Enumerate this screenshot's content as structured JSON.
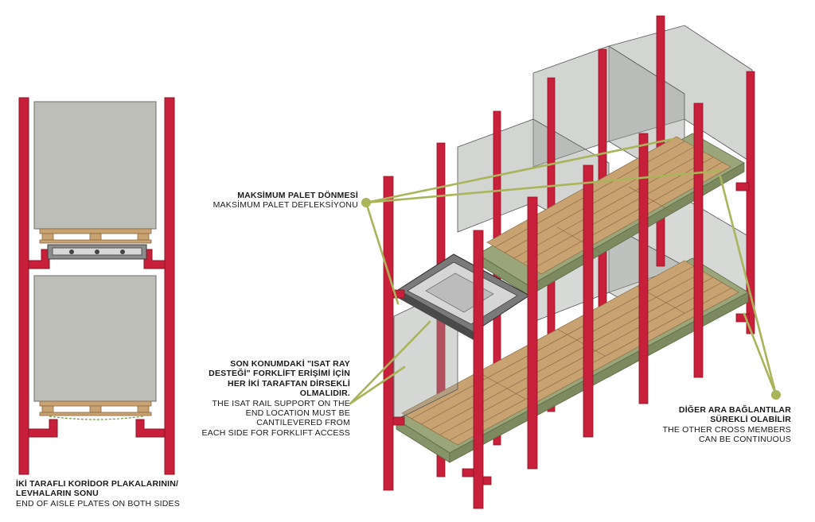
{
  "labels": {
    "aisle_end": {
      "tr": "İKİ TARAFLI KORİDOR PLAKALARININ/\nLEVHALARIN SONU",
      "en": "END OF AISLE PLATES ON BOTH SIDES"
    },
    "max_deflection": {
      "tr": "MAKSİMUM PALET DÖNMESİ",
      "en": "MAKSİMUM PALET DEFLEKSİYONU"
    },
    "isat_rail": {
      "tr": "SON KONUMDAKİ \"ISAT RAY\nDESTEĞİ\" FORKLİFT ERİŞİMİ İÇİN\nHER İKİ TARAFTAN DİRSEKLİ\nOLMALIDIR.",
      "en": "THE ISAT RAIL SUPPORT ON THE\nEND LOCATION MUST BE\nCANTILEVERED FROM\nEACH SIDE FOR FORKLIFT ACCESS"
    },
    "cross_members": {
      "tr": "DİĞER ARA BAĞLANTILAR\nSÜREKLİ OLABİLİR",
      "en": "THE OTHER CROSS MEMBERS\nCAN BE CONTINUOUS"
    }
  },
  "colors": {
    "upright": "#c8203a",
    "upright_dark": "#8e1426",
    "load": "#b9bab3",
    "load_edge": "#6d6d68",
    "pallet": "#c9a272",
    "pallet_dark": "#8a6a42",
    "beam": "#86946a",
    "leader": "#aab45a",
    "glass": "rgba(150,155,150,0.42)"
  },
  "icons": {
    "callout_dot": "filled-circle"
  }
}
